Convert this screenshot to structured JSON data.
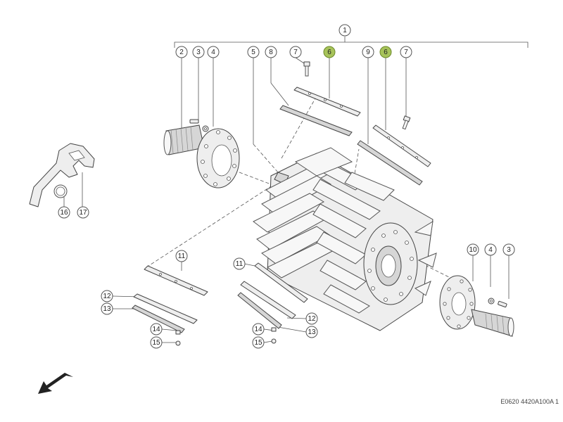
{
  "diagram": {
    "reference_code": "E0620 4420A100A 1",
    "callouts": [
      {
        "id": "c1",
        "label": "1",
        "highlight": false
      },
      {
        "id": "c2",
        "label": "2",
        "highlight": false
      },
      {
        "id": "c3a",
        "label": "3",
        "highlight": false
      },
      {
        "id": "c4a",
        "label": "4",
        "highlight": false
      },
      {
        "id": "c5",
        "label": "5",
        "highlight": false
      },
      {
        "id": "c8",
        "label": "8",
        "highlight": false
      },
      {
        "id": "c7a",
        "label": "7",
        "highlight": false
      },
      {
        "id": "c6a",
        "label": "6",
        "highlight": true
      },
      {
        "id": "c9",
        "label": "9",
        "highlight": false
      },
      {
        "id": "c6b",
        "label": "6",
        "highlight": true
      },
      {
        "id": "c7b",
        "label": "7",
        "highlight": false
      },
      {
        "id": "c16",
        "label": "16",
        "highlight": false
      },
      {
        "id": "c17",
        "label": "17",
        "highlight": false
      },
      {
        "id": "c10",
        "label": "10",
        "highlight": false
      },
      {
        "id": "c4b",
        "label": "4",
        "highlight": false
      },
      {
        "id": "c3b",
        "label": "3",
        "highlight": false
      },
      {
        "id": "c11a",
        "label": "11",
        "highlight": false
      },
      {
        "id": "c11b",
        "label": "11",
        "highlight": false
      },
      {
        "id": "c12a",
        "label": "12",
        "highlight": false
      },
      {
        "id": "c13a",
        "label": "13",
        "highlight": false
      },
      {
        "id": "c12b",
        "label": "12",
        "highlight": false
      },
      {
        "id": "c13b",
        "label": "13",
        "highlight": false
      },
      {
        "id": "c14a",
        "label": "14",
        "highlight": false
      },
      {
        "id": "c15a",
        "label": "15",
        "highlight": false
      },
      {
        "id": "c14b",
        "label": "14",
        "highlight": false
      },
      {
        "id": "c15b",
        "label": "15",
        "highlight": false
      }
    ],
    "colors": {
      "highlight": "#a7c35a",
      "line": "#555555",
      "part": "#eeeeee"
    },
    "icons": {
      "direction_arrow": "arrow-down-left-icon"
    }
  }
}
